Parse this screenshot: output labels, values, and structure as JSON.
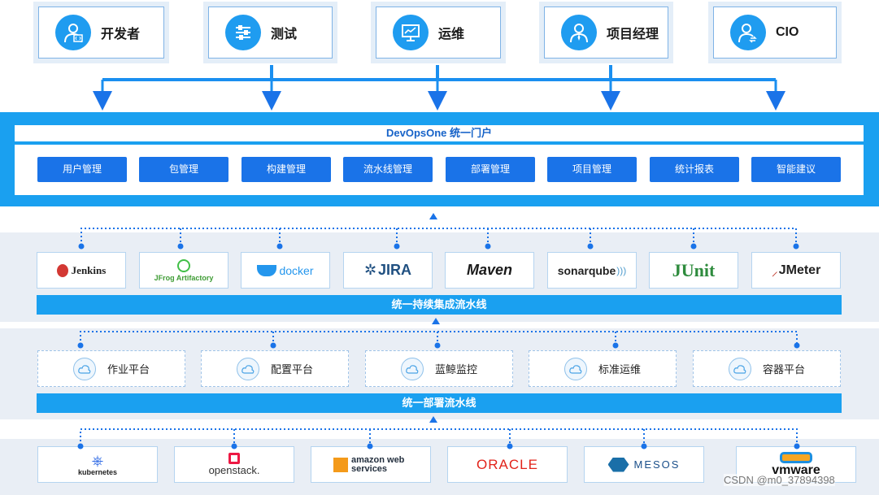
{
  "roles": [
    {
      "label": "开发者",
      "icon": "developer-icon"
    },
    {
      "label": "测试",
      "icon": "test-sliders-icon"
    },
    {
      "label": "运维",
      "icon": "ops-monitor-icon"
    },
    {
      "label": "项目经理",
      "icon": "manager-icon"
    },
    {
      "label": "CIO",
      "icon": "cio-icon"
    }
  ],
  "portal": {
    "title": "DevOpsOne 统一门户",
    "buttons": [
      "用户管理",
      "包管理",
      "构建管理",
      "流水线管理",
      "部署管理",
      "项目管理",
      "统计报表",
      "智能建议"
    ]
  },
  "tools": [
    {
      "label": "Jenkins",
      "color": "#222222"
    },
    {
      "label": "JFrog Artifactory",
      "color": "#3f9c35"
    },
    {
      "label": "docker",
      "color": "#2496ed"
    },
    {
      "label": "JIRA",
      "color": "#205081"
    },
    {
      "label": "Maven",
      "color": "#1a1a1a"
    },
    {
      "label": "sonarqube",
      "color": "#222222"
    },
    {
      "label": "JUnit",
      "color": "#c0392b"
    },
    {
      "label": "JMeter",
      "color": "#222222"
    }
  ],
  "ci_pipeline": "统一持续集成流水线",
  "platforms": [
    "作业平台",
    "配置平台",
    "蓝鲸监控",
    "标准运维",
    "容器平台"
  ],
  "cd_pipeline": "统一部署流水线",
  "infra": [
    {
      "label": "kubernetes",
      "color": "#326ce5"
    },
    {
      "label": "openstack.",
      "color": "#333333"
    },
    {
      "label": "amazon web services",
      "color": "#232f3e"
    },
    {
      "label": "ORACLE",
      "color": "#e2231a"
    },
    {
      "label": "MESOS",
      "color": "#1a4f8a"
    },
    {
      "label": "vmware",
      "color": "#111111"
    }
  ],
  "watermark": "CSDN @m0_37894398"
}
